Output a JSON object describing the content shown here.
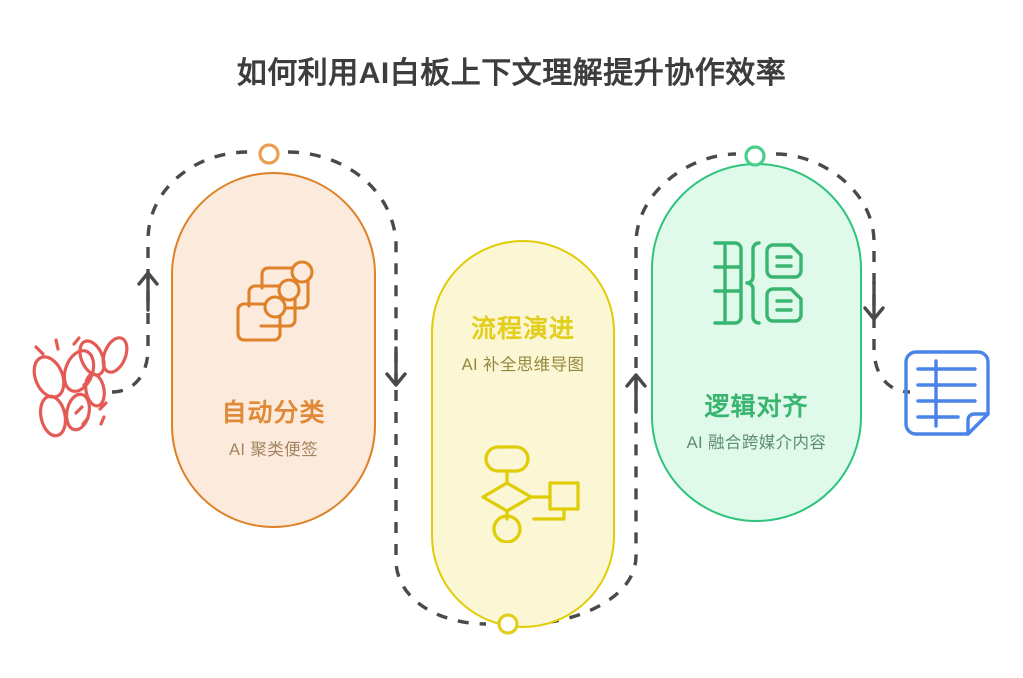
{
  "page": {
    "title": "如何利用AI白板上下文理解提升协作效率",
    "background_color": "#ffffff",
    "title_color": "#3d3d3d"
  },
  "cards": [
    {
      "id": "classify",
      "title": "自动分类",
      "subtitle": "AI 聚类便签",
      "icon_name": "stacked-sticky-notes-icon",
      "accent_color": "#DE8128",
      "fill_color": "#FCEBDC",
      "title_color": "#E08A38",
      "subtitle_color": "#A4835F",
      "marker_color": "#E8A050",
      "icon_position": "above-text"
    },
    {
      "id": "flow",
      "title": "流程演进",
      "subtitle": "AI 补全思维导图",
      "icon_name": "flowchart-icon",
      "accent_color": "#E1CC08",
      "fill_color": "#FBF7D5",
      "title_color": "#E3CE1C",
      "subtitle_color": "#93883A",
      "marker_color": "#E3CE1C",
      "icon_position": "below-text"
    },
    {
      "id": "align",
      "title": "逻辑对齐",
      "subtitle": "AI 融合跨媒介内容",
      "icon_name": "content-merge-icon",
      "accent_color": "#2FC37C",
      "fill_color": "#DFFAEB",
      "title_color": "#38B56F",
      "subtitle_color": "#5E8C72",
      "marker_color": "#4ACE8B",
      "icon_position": "above-text"
    }
  ],
  "decorations": {
    "left": {
      "icon_name": "butterfly-sparkle-icon",
      "color": "#E45B56"
    },
    "right": {
      "icon_name": "ruled-document-icon",
      "color": "#4A84E8"
    }
  },
  "connector": {
    "icon_name": "dashed-flow-path",
    "color": "#4A4A4A",
    "style": "dashed",
    "arrows": [
      "up",
      "down",
      "up",
      "down"
    ]
  }
}
